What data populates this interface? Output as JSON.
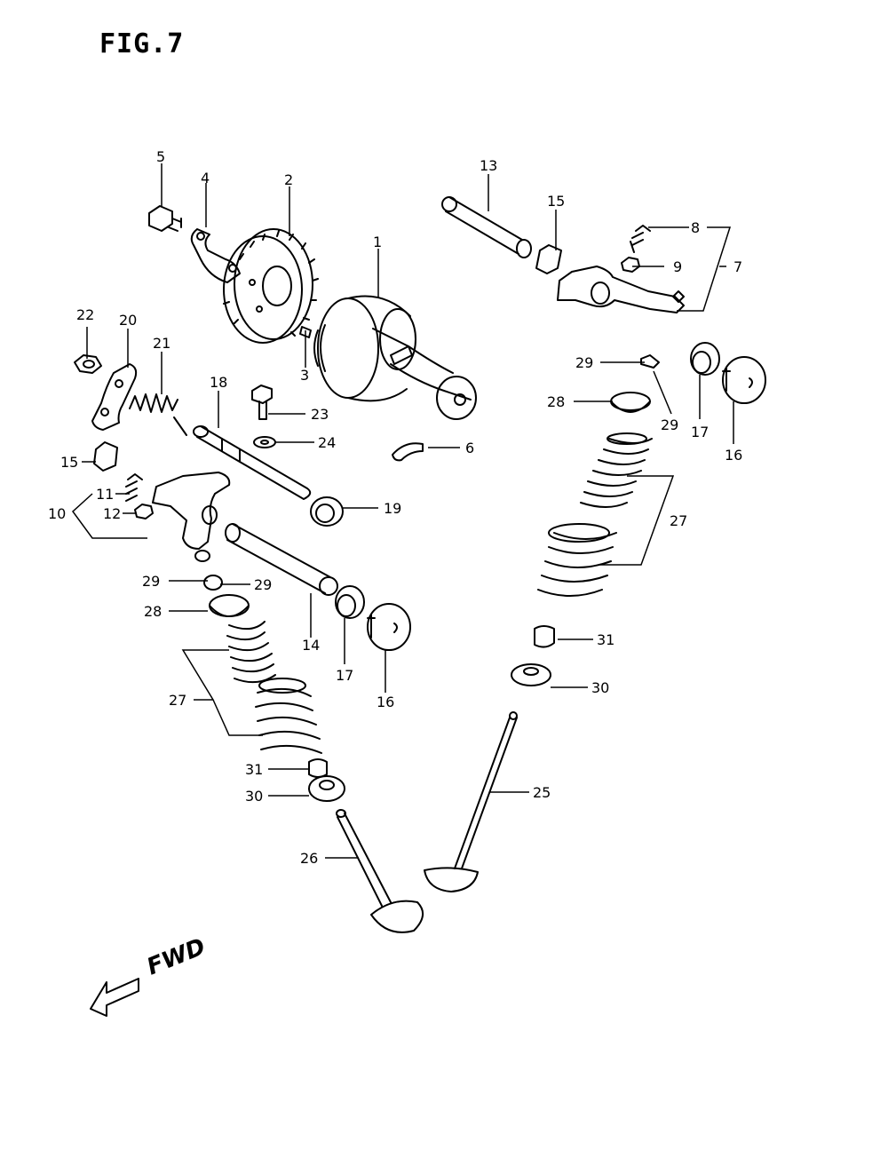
{
  "figure": {
    "title": "FIG.7",
    "direction_label": "FWD"
  },
  "callouts": [
    "5",
    "4",
    "2",
    "1",
    "13",
    "15",
    "8",
    "9",
    "7",
    "22",
    "20",
    "21",
    "18",
    "23",
    "24",
    "6",
    "3",
    "29",
    "28",
    "17",
    "16",
    "29",
    "15",
    "11",
    "10",
    "12",
    "19",
    "27",
    "29",
    "29",
    "28",
    "14",
    "17",
    "16",
    "31",
    "27",
    "30",
    "31",
    "30",
    "25",
    "26"
  ],
  "colors": {
    "ink": "#000000",
    "paper": "#ffffff"
  }
}
